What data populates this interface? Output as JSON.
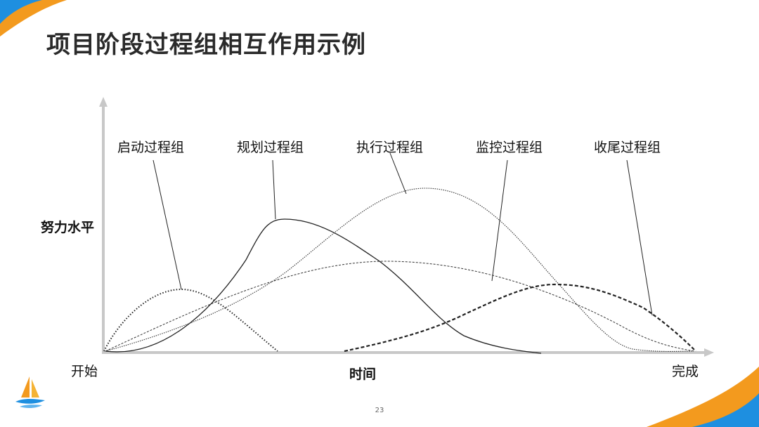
{
  "slide": {
    "title": "项目阶段过程组相互作用示例",
    "page_number": "23"
  },
  "diagram": {
    "y_axis_label": "努力水平",
    "x_axis_label": "时间",
    "x_start_label": "开始",
    "x_end_label": "完成",
    "process_groups": [
      {
        "id": "initiating",
        "label": "启动过程组"
      },
      {
        "id": "planning",
        "label": "规划过程组"
      },
      {
        "id": "executing",
        "label": "执行过程组"
      },
      {
        "id": "monitoring",
        "label": "监控过程组"
      },
      {
        "id": "closing",
        "label": "收尾过程组"
      }
    ]
  },
  "colors": {
    "accent_blue": "#1e8fe0",
    "accent_orange": "#f39a1e",
    "axis": "#c8c8c8",
    "curve": "#222222"
  }
}
